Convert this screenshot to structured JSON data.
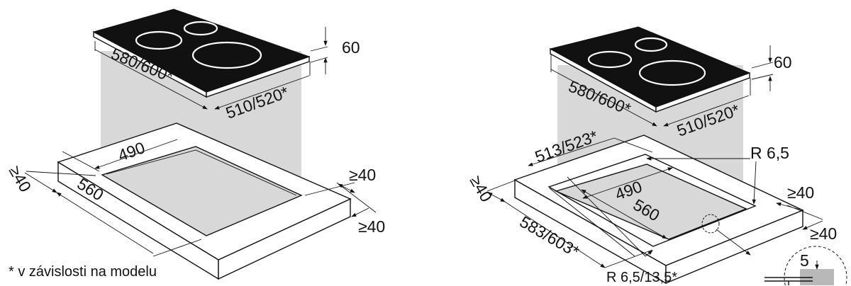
{
  "colors": {
    "hob": "#111111",
    "shade": "#d8d8d8",
    "line": "#111111"
  },
  "left_diagram": {
    "hob_height": "60",
    "hob_width": "580/600*",
    "hob_depth": "510/520*",
    "cutout_depth": "490",
    "cutout_width": "560",
    "min_front_gap": "≥40",
    "min_right_gap": "≥40",
    "min_back_gap": "≥40"
  },
  "right_diagram": {
    "hob_height": "60",
    "hob_width": "580/600*",
    "hob_depth": "510/520*",
    "rebate_depth": "513/523*",
    "inner_radius": "R 6,5",
    "cutout_depth": "490",
    "cutout_width": "560",
    "rebate_width": "583/603*",
    "outer_radius": "R 6,5/13,5*",
    "min_front_gap": "≥40",
    "min_right_gap": "≥40",
    "min_back_gap": "≥40",
    "detail_depth": "5"
  },
  "footnote": "* v závislosti na modelu"
}
